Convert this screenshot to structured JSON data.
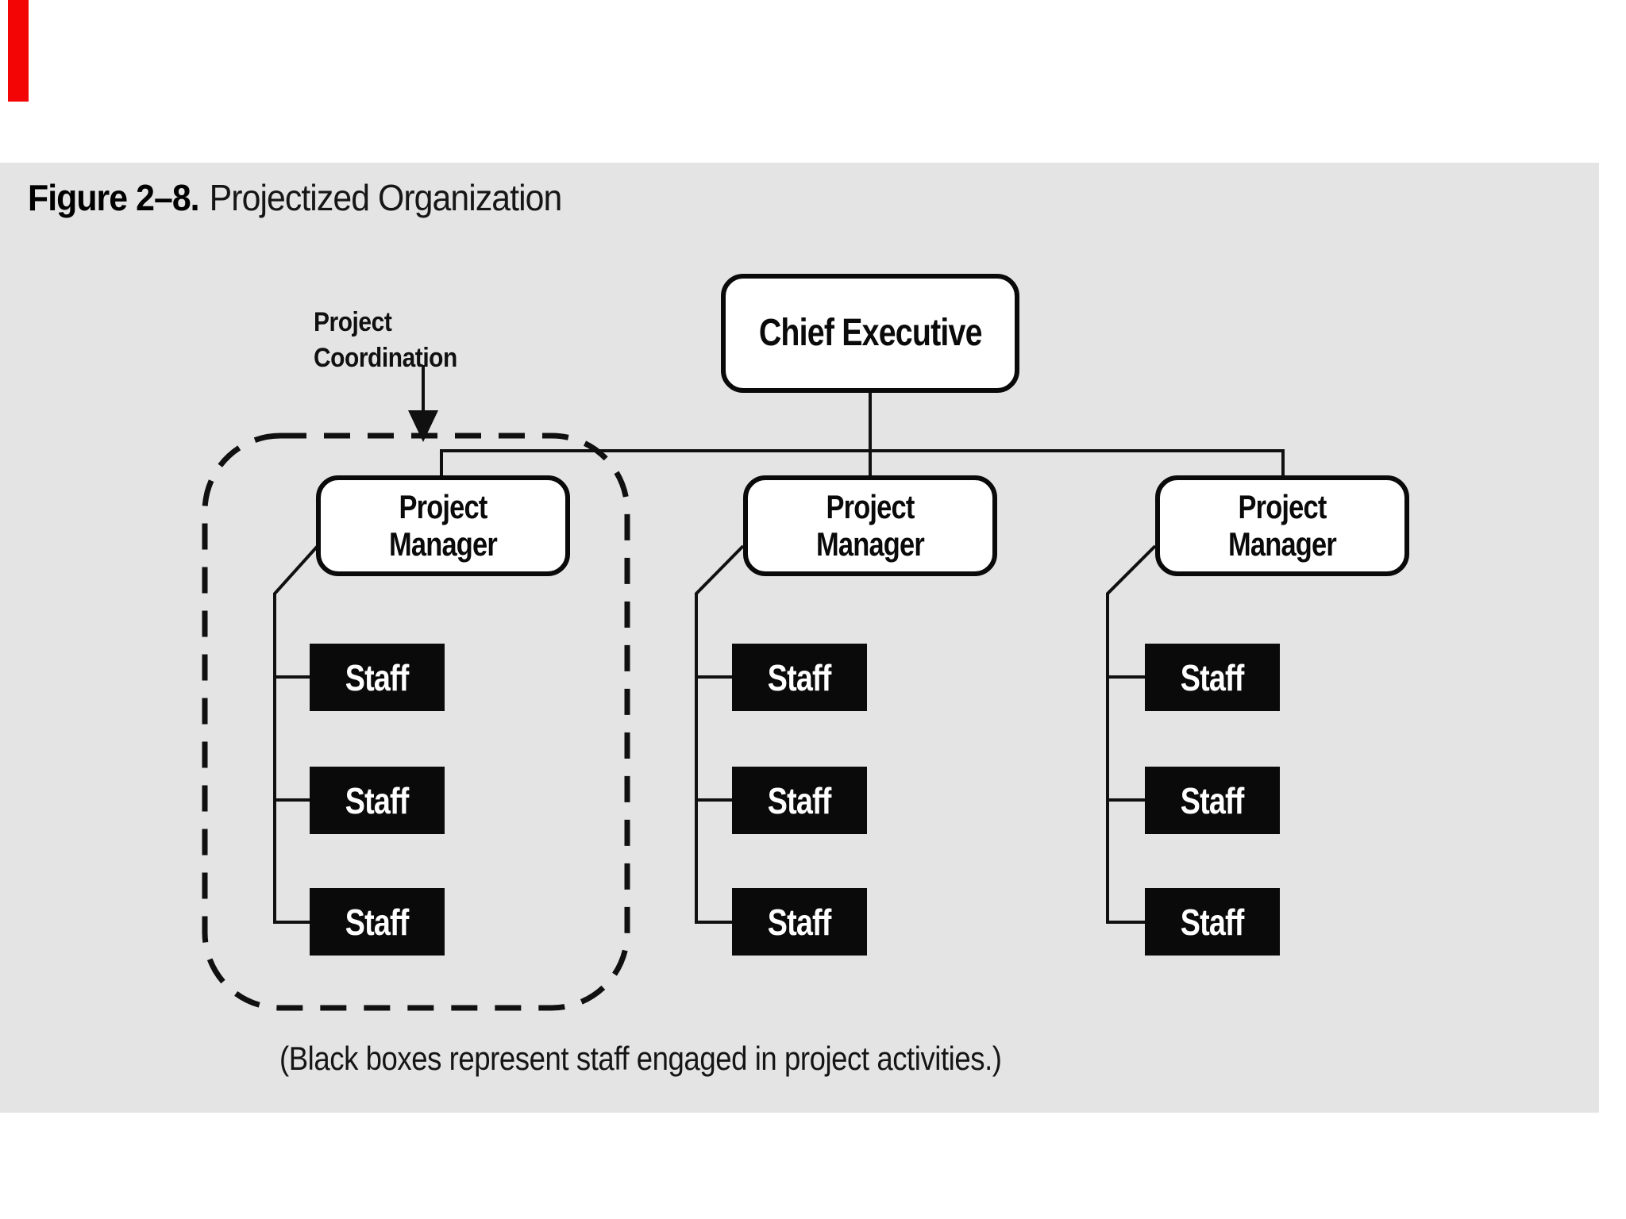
{
  "figure_label": "Figure 2–8.",
  "figure_title": "Projectized Organization",
  "diagram": {
    "annotation": "Project Coordination",
    "chief_executive": "Chief Executive",
    "groups": [
      {
        "manager": "Project Manager",
        "staff": [
          "Staff",
          "Staff",
          "Staff"
        ]
      },
      {
        "manager": "Project Manager",
        "staff": [
          "Staff",
          "Staff",
          "Staff"
        ]
      },
      {
        "manager": "Project Manager",
        "staff": [
          "Staff",
          "Staff",
          "Staff"
        ]
      }
    ],
    "caption": "(Black boxes represent staff engaged in project activities.)"
  },
  "colors": {
    "page_background": "#ffffff",
    "panel_background": "#e4e4e4",
    "box_border": "#0a0a0a",
    "staff_box_background": "#0a0a0a",
    "staff_text": "#ffffff",
    "line": "#101010",
    "red_margin_bar": "#f30505"
  }
}
